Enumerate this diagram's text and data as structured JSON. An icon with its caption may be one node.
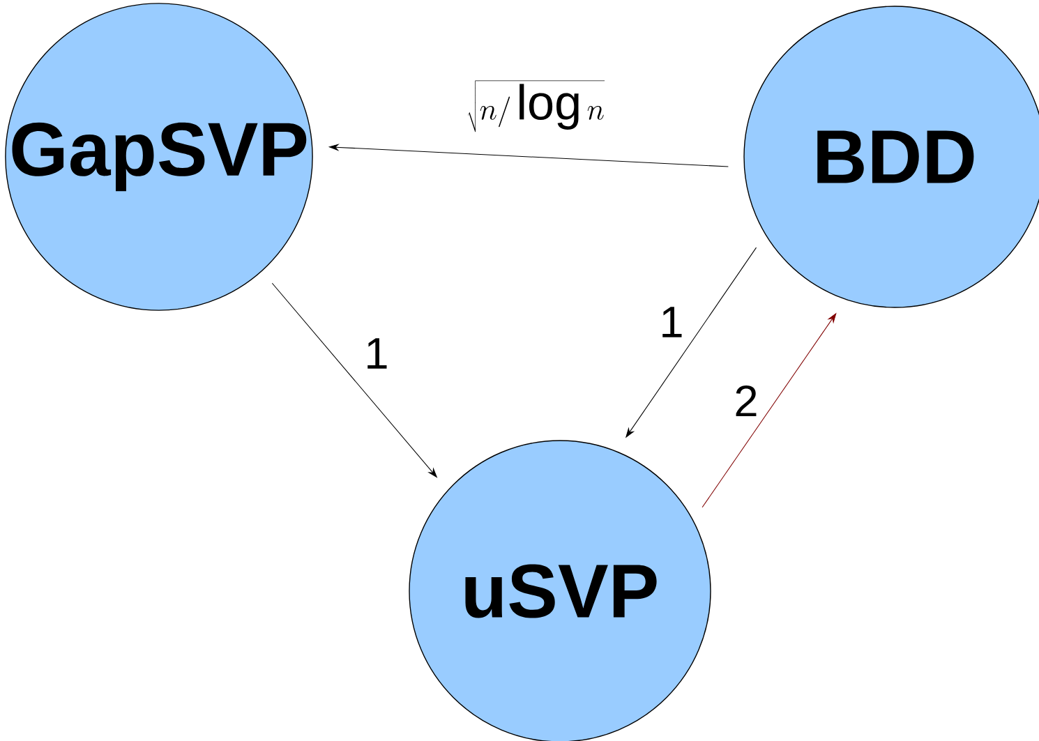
{
  "diagram": {
    "nodes": [
      {
        "text": [
          "GapSVP"
        ]
      },
      {
        "text": [
          "BDD"
        ]
      },
      {
        "text": [
          "uSVP"
        ]
      }
    ],
    "edges": [
      {
        "from": 0,
        "to": 2,
        "arrow": "to",
        "label": "1"
      },
      {
        "from": 1,
        "to": 2,
        "arrow": "to",
        "label": "1"
      },
      {
        "from": 2,
        "to": 1,
        "arrow": "to",
        "label": "2",
        "color": "#800000"
      },
      {
        "from": 1,
        "to": 0,
        "arrow": "to",
        "label": "\\sqrt{n/\\log n}"
      }
    ]
  }
}
